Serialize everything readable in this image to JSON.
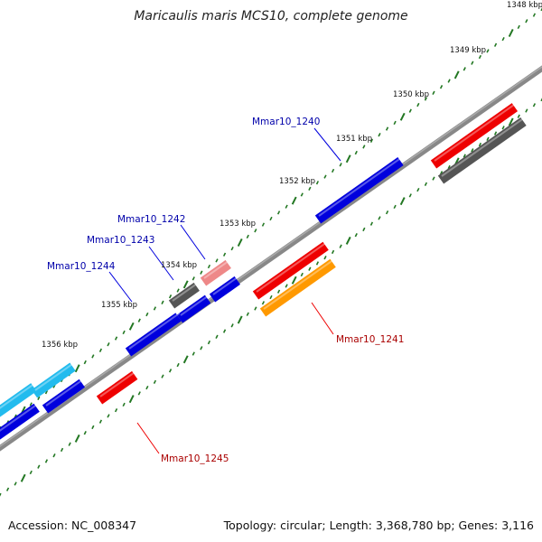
{
  "title": "Maricaulis maris MCS10, complete genome",
  "footer": {
    "accession": "Accession: NC_008347",
    "summary": "Topology: circular; Length: 3,368,780 bp; Genes: 3,116"
  },
  "colors": {
    "blue": "#0000dd",
    "red": "#ee0000",
    "gray": "#555555",
    "pink": "#ee8888",
    "orange": "#ff9900",
    "cyan": "#22bbee",
    "tick": "#227722",
    "backbone": "#888888",
    "blue_label": "#0000aa",
    "red_label": "#aa0000"
  },
  "kbp_labels": [
    "1348 kbp",
    "1349 kbp",
    "1350 kbp",
    "1351 kbp",
    "1352 kbp",
    "1353 kbp",
    "1354 kbp",
    "1355 kbp",
    "1356 kbp"
  ],
  "gene_labels": [
    {
      "id": "Mmar10_1240",
      "color": "blue"
    },
    {
      "id": "Mmar10_1241",
      "color": "red"
    },
    {
      "id": "Mmar10_1242",
      "color": "blue"
    },
    {
      "id": "Mmar10_1243",
      "color": "blue"
    },
    {
      "id": "Mmar10_1244",
      "color": "blue"
    },
    {
      "id": "Mmar10_1245",
      "color": "red"
    }
  ]
}
